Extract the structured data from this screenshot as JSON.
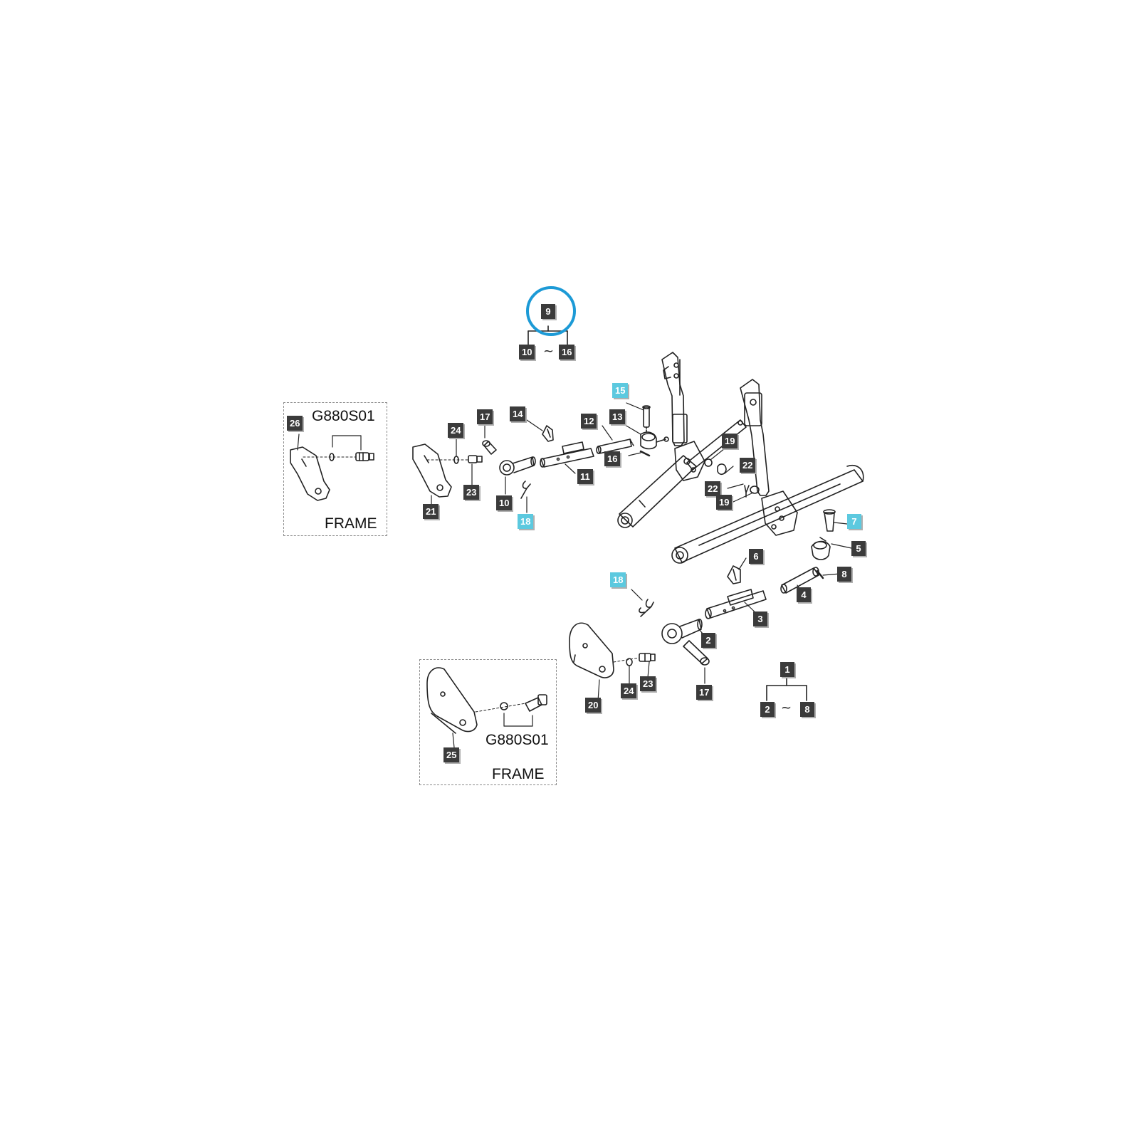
{
  "colors": {
    "callout_dark": "#3b3b3b",
    "callout_highlight": "#5cc9df",
    "highlight_ring": "#1c9ad6",
    "line": "#222222"
  },
  "highlighted_part": "9",
  "kit_top": {
    "assembly": "9",
    "from": "10",
    "sep": "~",
    "to": "16"
  },
  "kit_bottom": {
    "assembly": "1",
    "from": "2",
    "sep": "~",
    "to": "8"
  },
  "frame_inset_left": {
    "ref": "G880S01",
    "label": "FRAME",
    "part": "26"
  },
  "frame_inset_bottom": {
    "ref": "G880S01",
    "label": "FRAME",
    "part": "25"
  },
  "callouts": {
    "c15": "15",
    "c17a": "17",
    "c14": "14",
    "c24a": "24",
    "c12": "12",
    "c13": "13",
    "c16": "16",
    "c11": "11",
    "c21": "21",
    "c23a": "23",
    "c10": "10",
    "c18a": "18",
    "c19a": "19",
    "c22a": "22",
    "c22b": "22",
    "c19b": "19",
    "c7": "7",
    "c5": "5",
    "c6": "6",
    "c8": "8",
    "c4": "4",
    "c3": "3",
    "c18b": "18",
    "c2": "2",
    "c20": "20",
    "c24b": "24",
    "c23b": "23",
    "c17b": "17"
  }
}
